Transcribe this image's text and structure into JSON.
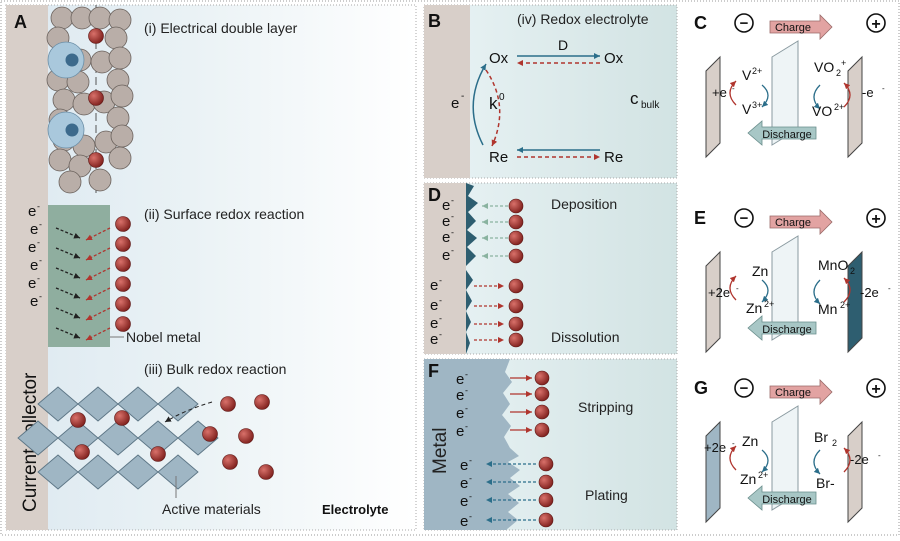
{
  "panelA": {
    "letter": "A",
    "collector_label": "Current collector",
    "electrolyte_label": "Electrolyte",
    "edl_title": "(i) Electrical double layer",
    "surface_title": "(ii) Surface redox reaction",
    "bulk_title": "(iii) Bulk redox reaction",
    "noble_metal": "Nobel metal",
    "active_materials": "Active materials",
    "electron": "e"
  },
  "panelB": {
    "letter": "B",
    "title": "(iv) Redox electrolyte",
    "ox": "Ox",
    "re": "Re",
    "d": "D",
    "k": "k",
    "k_sup": "0",
    "electron": "e",
    "cbulk": "c",
    "cbulk_sub": "bulk"
  },
  "panelD": {
    "letter": "D",
    "deposition": "Deposition",
    "dissolution": "Dissolution"
  },
  "panelF": {
    "letter": "F",
    "metal": "Metal",
    "stripping": "Stripping",
    "plating": "Plating"
  },
  "panelC": {
    "letter": "C",
    "minus": "−",
    "plus": "+",
    "charge": "Charge",
    "discharge": "Discharge",
    "left_electron": "+e",
    "right_electron": "-e",
    "v2": "V",
    "v2_sup": "2+",
    "v3": "V",
    "v3_sup": "3+",
    "vo2p": "VO",
    "vo2p_sub": "2",
    "vo2p_sup": "+",
    "vo2": "VO",
    "vo2_sup": "2+"
  },
  "panelE": {
    "letter": "E",
    "minus": "−",
    "plus": "+",
    "charge": "Charge",
    "discharge": "Discharge",
    "left_electron": "+2e",
    "right_electron": "-2e",
    "zn": "Zn",
    "zn2": "Zn",
    "zn2_sup": "2+",
    "mno2": "MnO",
    "mno2_sub": "2",
    "mn2": "Mn",
    "mn2_sup": "2+"
  },
  "panelG": {
    "letter": "G",
    "minus": "−",
    "plus": "+",
    "charge": "Charge",
    "discharge": "Discharge",
    "left_electron": "+2e",
    "right_electron": "-2e",
    "zn": "Zn",
    "zn2": "Zn",
    "zn2_sup": "2+",
    "br2": "Br",
    "br2_sub": "2",
    "br": "Br-"
  },
  "colors": {
    "collector": "#d8cfc9",
    "electrolyte_light": "#e3eff2",
    "noble_metal": "#8fae9f",
    "active_material": "#9fb6c4",
    "ion": "#a0322d",
    "deposit": "#2e5e70",
    "charge_arrow": "#e2a3a2",
    "discharge_arrow": "#a8c7c6",
    "blue_arrow": "#2b6e8a",
    "red_arrow": "#b0352e"
  }
}
